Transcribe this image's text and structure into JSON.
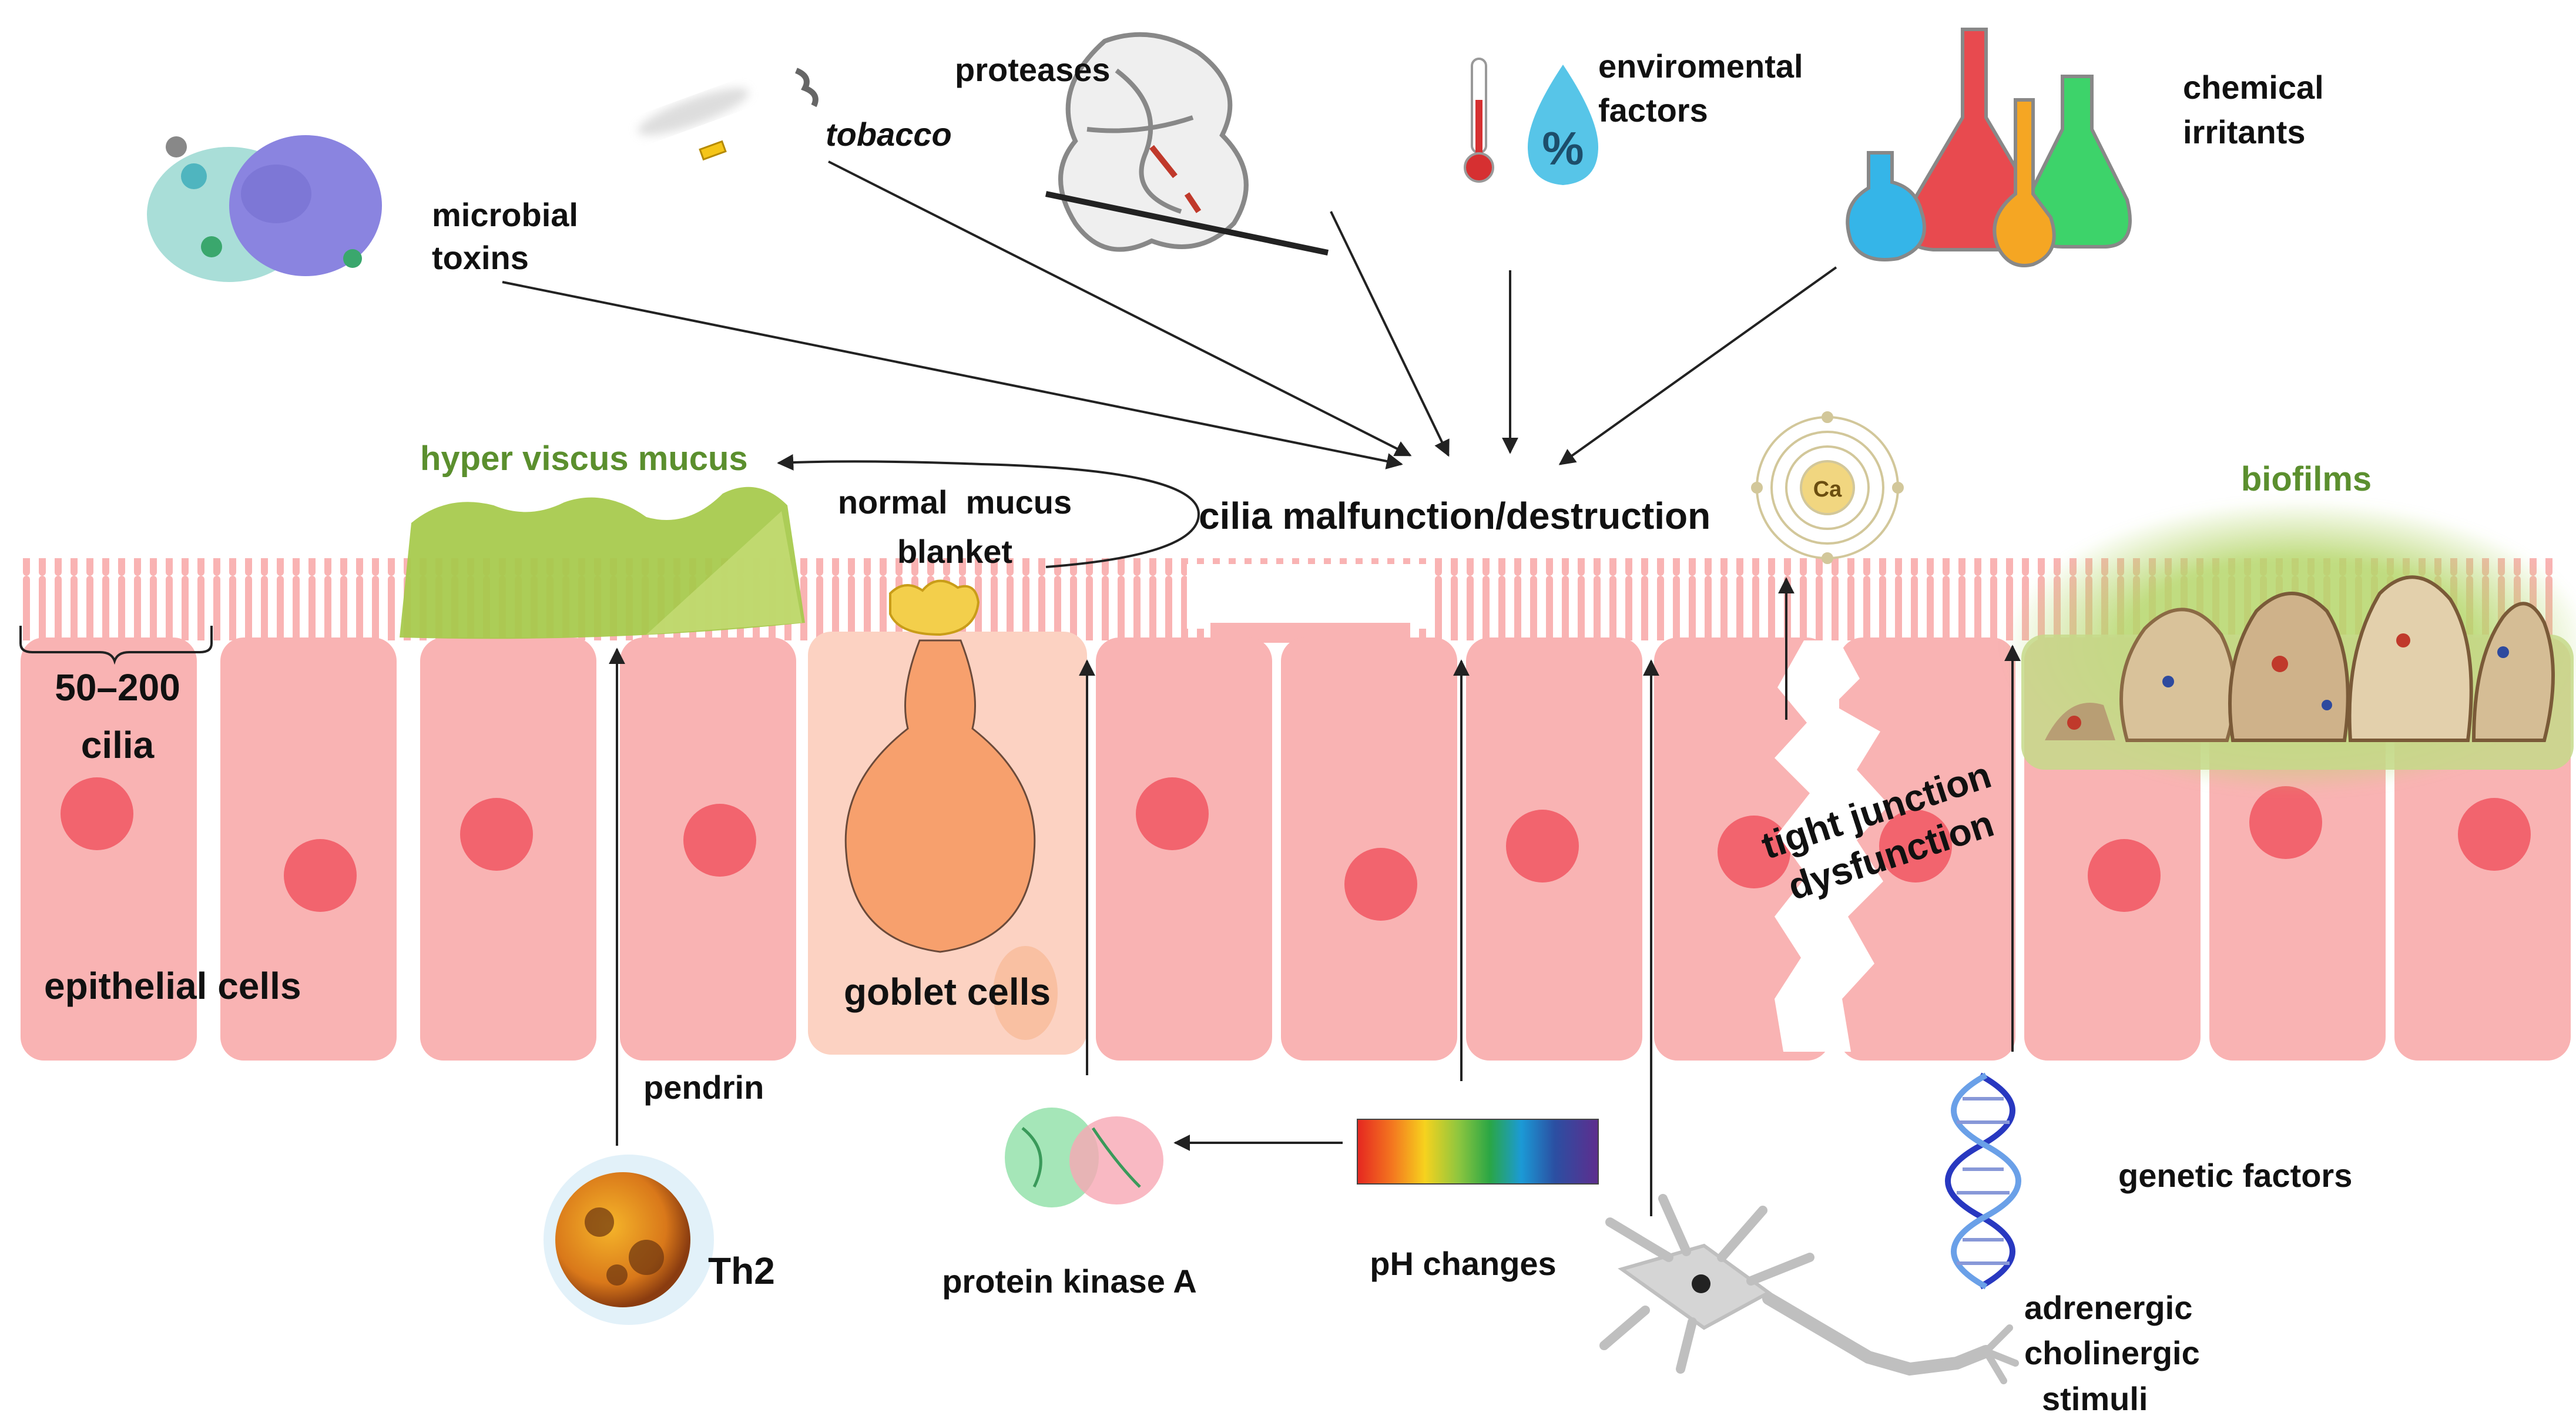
{
  "labels": {
    "microbial_toxins": [
      "microbial",
      "toxins"
    ],
    "tobacco": "tobacco",
    "proteases": "proteases",
    "environmental_factors": [
      "enviromental",
      "factors"
    ],
    "chemical_irritants": [
      "chemical",
      "irritants"
    ],
    "hyper_viscus_mucus": "hyper viscus mucus",
    "normal_mucus_blanket": [
      "normal  mucus",
      "blanket"
    ],
    "cilia_malfunction": "cilia malfunction/destruction",
    "biofilms": "biofilms",
    "cilia_count": [
      "50–200",
      "cilia"
    ],
    "epithelial_cells": "epithelial cells",
    "goblet_cells": "goblet cells",
    "tight_junction": [
      "tight junction",
      "dysfunction"
    ],
    "pendrin": "pendrin",
    "th2": "Th2",
    "protein_kinase_a": "protein kinase A",
    "ph_changes": "pH changes",
    "genetic_factors": "genetic factors",
    "neuro_stimuli": [
      "adrenergic",
      "cholinergic",
      "stimuli"
    ],
    "thermometer_symbol": "%",
    "calcium_symbol": "Ca"
  },
  "colors": {
    "cell_fill": "#f9b3b3",
    "nucleus_fill": "#f2646e",
    "goblet_fill": "#f7a06d",
    "mucus_green": "#a6c94a",
    "biofilm_glow": "#b5d66a",
    "label_green": "#5b8f2e",
    "arrow": "#222222"
  },
  "icons": [
    "protein-structure-icon",
    "cigarette-icon",
    "protease-structure-icon",
    "thermometer-icon",
    "humidity-drop-icon",
    "flask-icon",
    "calcium-atom-icon",
    "th2-cell-icon",
    "kinase-structure-icon",
    "ph-scale-icon",
    "dna-helix-icon",
    "neuron-icon",
    "biofilm-icon"
  ]
}
